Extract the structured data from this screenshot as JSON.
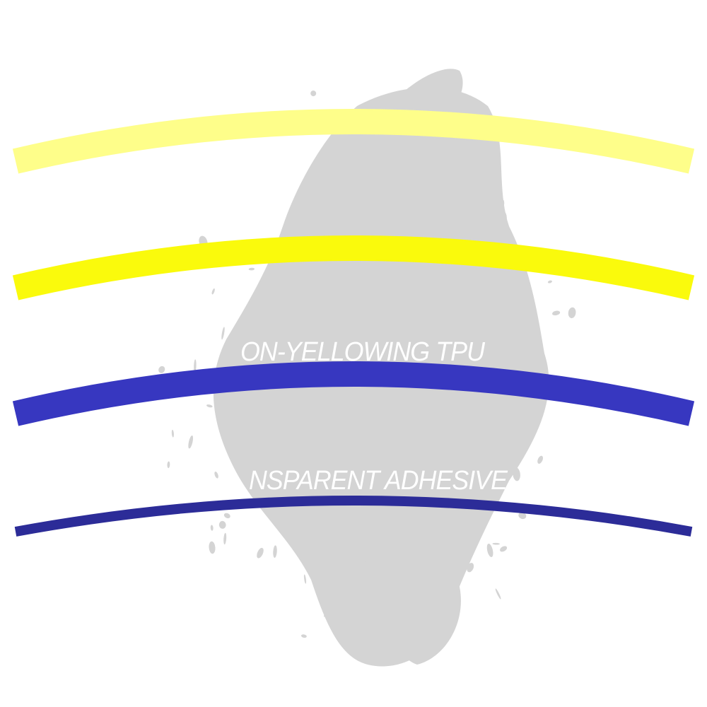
{
  "labels": {
    "tpu_label": "ON-YELLOWING TPU",
    "adhesive_label": "NSPARENT ADHESIVE"
  },
  "layers": [
    {
      "name": "layer-light-yellow",
      "color": "#fefe8a"
    },
    {
      "name": "layer-yellow",
      "color": "#fafa0c"
    },
    {
      "name": "layer-blue",
      "color": "#3737c0"
    },
    {
      "name": "layer-dark-blue",
      "color": "#2c2c98"
    }
  ],
  "colors": {
    "splash": "#d4d4d4",
    "background": "#ffffff",
    "text": "#ffffff"
  }
}
